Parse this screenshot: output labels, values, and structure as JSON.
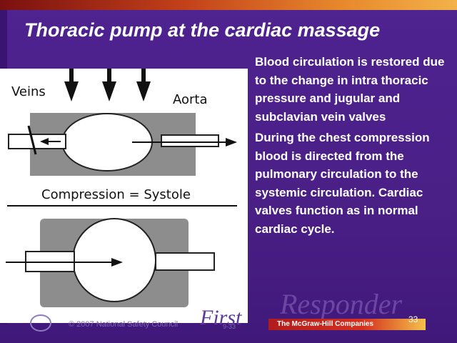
{
  "slide": {
    "title": "Thoracic pump at the cardiac massage",
    "bullet_marker": "",
    "bullets": [
      "Blood circulation is restored due to the change in intra thoracic pressure and jugular and subclavian vein valves",
      "During the chest compression blood is directed from the pulmonary circulation to the systemic circulation. Cardiac valves function as in normal cardiac cycle."
    ],
    "page_number": "33"
  },
  "diagram": {
    "veins_label": "Veins",
    "aorta_label": "Aorta",
    "caption": "Compression = Systole"
  },
  "footer": {
    "watermark_1": "Responder",
    "watermark_2": "First",
    "copyright": "© 2007 National Safety Council",
    "page_code": "9-33",
    "publisher": "The McGraw-Hill Companies"
  }
}
